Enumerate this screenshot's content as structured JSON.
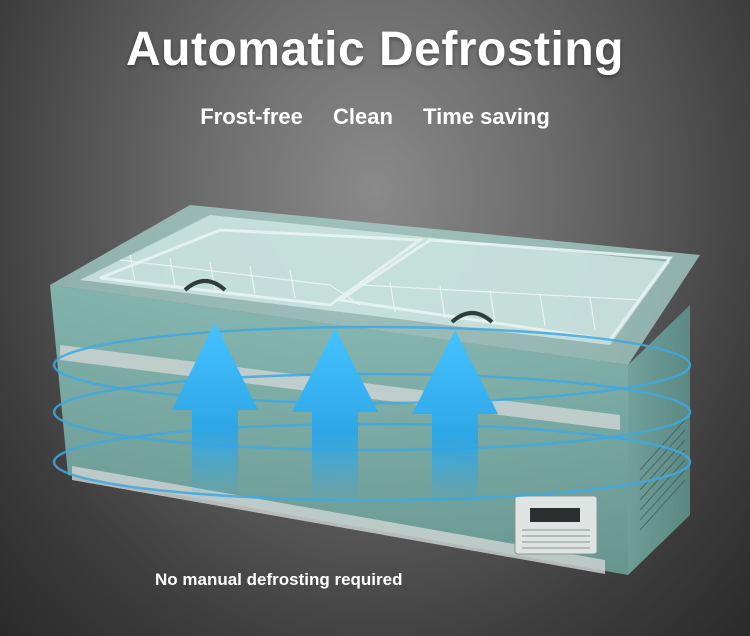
{
  "title": "Automatic Defrosting",
  "features": [
    "Frost-free",
    "Clean",
    "Time saving"
  ],
  "caption": "No manual defrosting required",
  "colors": {
    "accent_arrow": "#3fb4f0",
    "cabinet_tint": "#7fb7b0",
    "text": "#ffffff"
  },
  "image": {
    "subject": "island-freezer-with-sliding-glass-lids",
    "overlay": "airflow-arrows-and-rings"
  }
}
